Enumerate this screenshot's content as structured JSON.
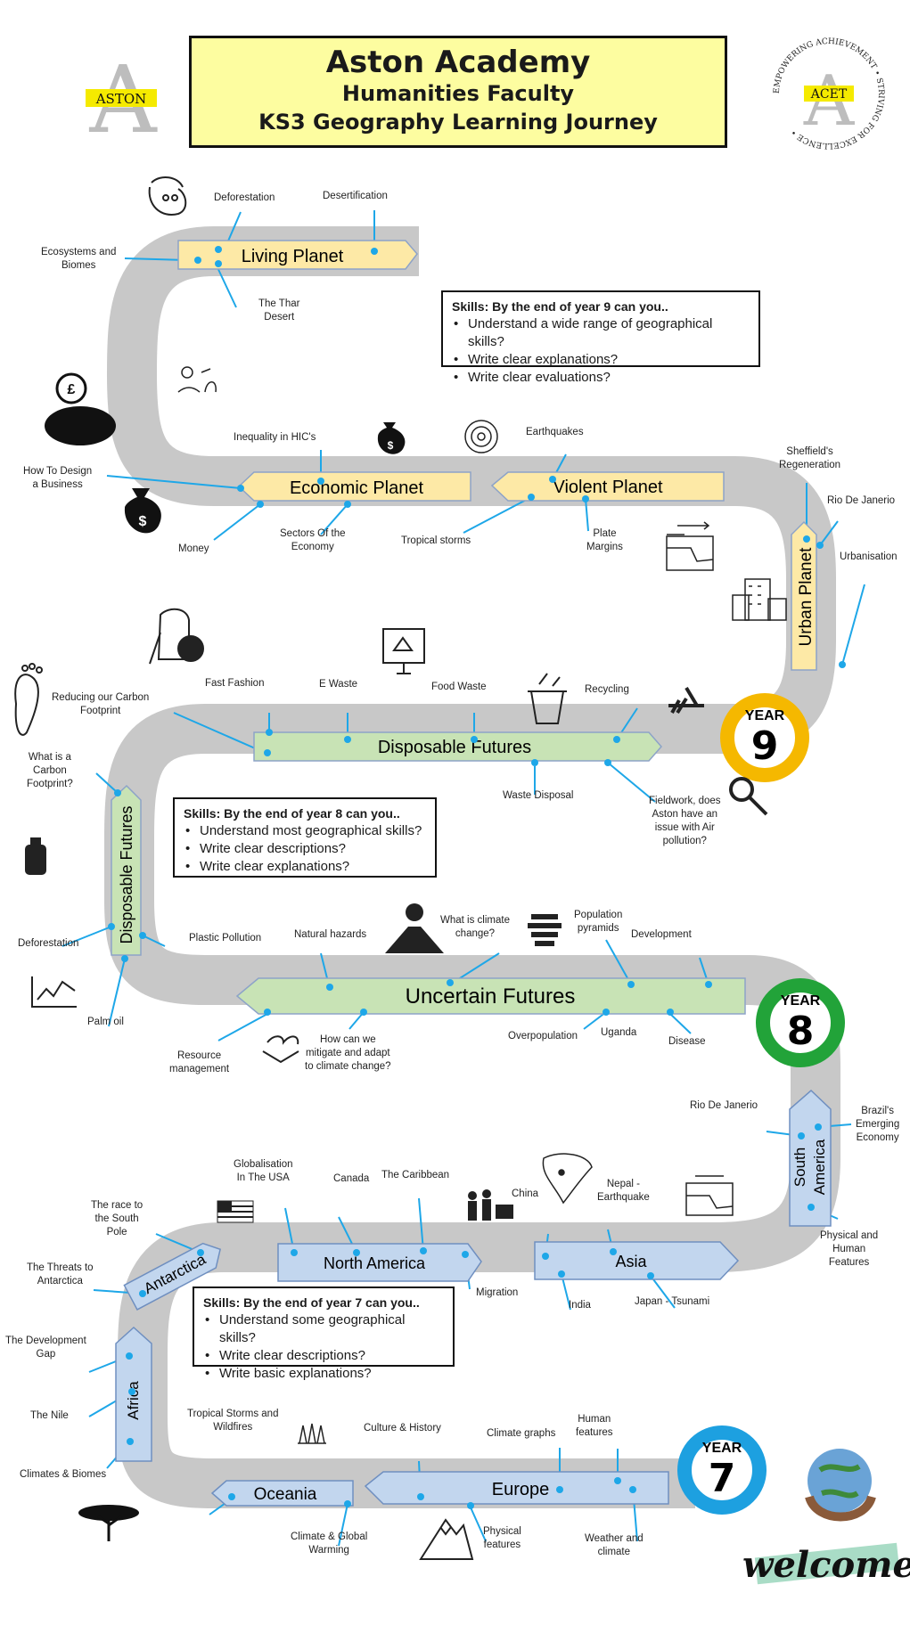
{
  "header": {
    "title": "Aston Academy",
    "subtitle": "Humanities Faculty",
    "journey": "KS3 Geography Learning Journey"
  },
  "logos": {
    "aston_letter": "A",
    "aston_text": "ASTON",
    "acet_text": "ACET",
    "acet_ring": "EMPOWERING ACHIEVEMENT • STRIVING FOR EXCELLENCE •"
  },
  "colors": {
    "road": "#c8c8c8",
    "yellow_banner": "#fde9a6",
    "green_banner": "#c8e3b5",
    "blue_banner": "#c2d6ee",
    "year9": "#f5b800",
    "year8": "#22a339",
    "year7": "#1da0e0",
    "connector": "#1ea7e8"
  },
  "years": [
    {
      "label": "YEAR",
      "num": "9"
    },
    {
      "label": "YEAR",
      "num": "8"
    },
    {
      "label": "YEAR",
      "num": "7"
    }
  ],
  "skills": [
    {
      "title": "Skills: By the end of year 9 can you..",
      "items": [
        "Understand a wide range of geographical skills?",
        "Write clear explanations?",
        "Write clear evaluations?"
      ]
    },
    {
      "title": "Skills: By the end of year 8 can you..",
      "items": [
        "Understand most geographical skills?",
        "Write clear descriptions?",
        "Write clear explanations?"
      ]
    },
    {
      "title": "Skills: By the end of year 7 can you..",
      "items": [
        "Understand some geographical skills?",
        "Write clear descriptions?",
        "Write basic explanations?"
      ]
    }
  ],
  "banners": {
    "living_planet": "Living Planet",
    "economic_planet": "Economic Planet",
    "violent_planet": "Violent Planet",
    "urban_planet": "Urban Planet",
    "disposable_futures": "Disposable Futures",
    "disposable_futures_v": "Disposable Futures",
    "uncertain_futures": "Uncertain Futures",
    "south_america_1": "South",
    "south_america_2": "America",
    "north_america": "North America",
    "asia": "Asia",
    "antarctica": "Antarctica",
    "africa": "Africa",
    "oceania": "Oceania",
    "europe": "Europe"
  },
  "labels": {
    "deforestation_top": "Deforestation",
    "desertification": "Desertification",
    "ecosystems": "Ecosystems and\nBiomes",
    "thar": "The Thar\nDesert",
    "inequality": "Inequality in HIC's",
    "design_business": "How To Design\na Business",
    "money": "Money",
    "sectors": "Sectors Of the\nEconomy",
    "earthquakes": "Earthquakes",
    "tropical_storms": "Tropical storms",
    "plate_margins": "Plate\nMargins",
    "sheffield": "Sheffield's\nRegeneration",
    "rio_top": "Rio De Janerio",
    "urbanisation": "Urbanisation",
    "reducing_carbon": "Reducing our Carbon\nFootprint",
    "fast_fashion": "Fast Fashion",
    "e_waste": "E Waste",
    "food_waste": "Food Waste",
    "recycling": "Recycling",
    "waste_disposal": "Waste Disposal",
    "fieldwork": "Fieldwork, does\nAston have an\nissue with Air\npollution?",
    "carbon_footprint_q": "What is a\nCarbon\nFootprint?",
    "deforestation_mid": "Deforestation",
    "plastic": "Plastic Pollution",
    "palm_oil": "Palm oil",
    "natural_hazards": "Natural hazards",
    "climate_change_q": "What is climate\nchange?",
    "population_pyramids": "Population\npyramids",
    "development": "Development",
    "resource_management": "Resource\nmanagement",
    "mitigate": "How can we\nmitigate and adapt\nto climate change?",
    "overpopulation": "Overpopulation",
    "uganda": "Uganda",
    "disease": "Disease",
    "rio_mid": "Rio De Janerio",
    "brazil": "Brazil's\nEmerging\nEconomy",
    "physical_human": "Physical and\nHuman\nFeatures",
    "globalisation": "Globalisation\nIn The USA",
    "canada": "Canada",
    "caribbean": "The Caribbean",
    "migration": "Migration",
    "china": "China",
    "nepal": "Nepal -\nEarthquake",
    "india": "India",
    "japan": "Japan -  Tsunami",
    "race_pole": "The race to\nthe South\nPole",
    "threats_antarctica": "The Threats to\nAntarctica",
    "dev_gap": "The Development\nGap",
    "nile": "The Nile",
    "climates_biomes": "Climates & Biomes",
    "tropical_wildfires": "Tropical Storms and\nWildfires",
    "culture_history": "Culture & History",
    "climate_graphs": "Climate graphs",
    "human_features": "Human\nfeatures",
    "climate_warming": "Climate & Global\nWarming",
    "physical_features": "Physical\nfeatures",
    "weather_climate": "Weather and\nclimate"
  },
  "welcome_text": "welcome",
  "icon_names": [
    "sloth-icon",
    "ecosystem-icon",
    "piggy-bank-icon",
    "money-bag-icon",
    "hurricane-icon",
    "fault-icon",
    "city-icon",
    "fashion-icon",
    "computer-recycle-icon",
    "bin-icon",
    "recycle-icon",
    "magnifier-icon",
    "foot-icon",
    "plastic-bottle-icon",
    "chart-icon",
    "volcano-icon",
    "pyramid-icon",
    "handshake-icon",
    "flag-usa-icon",
    "family-icon",
    "india-map-icon",
    "tsunami-icon",
    "tree-icon",
    "forest-fire-icon",
    "mountain-icon",
    "globe-hands-icon"
  ]
}
